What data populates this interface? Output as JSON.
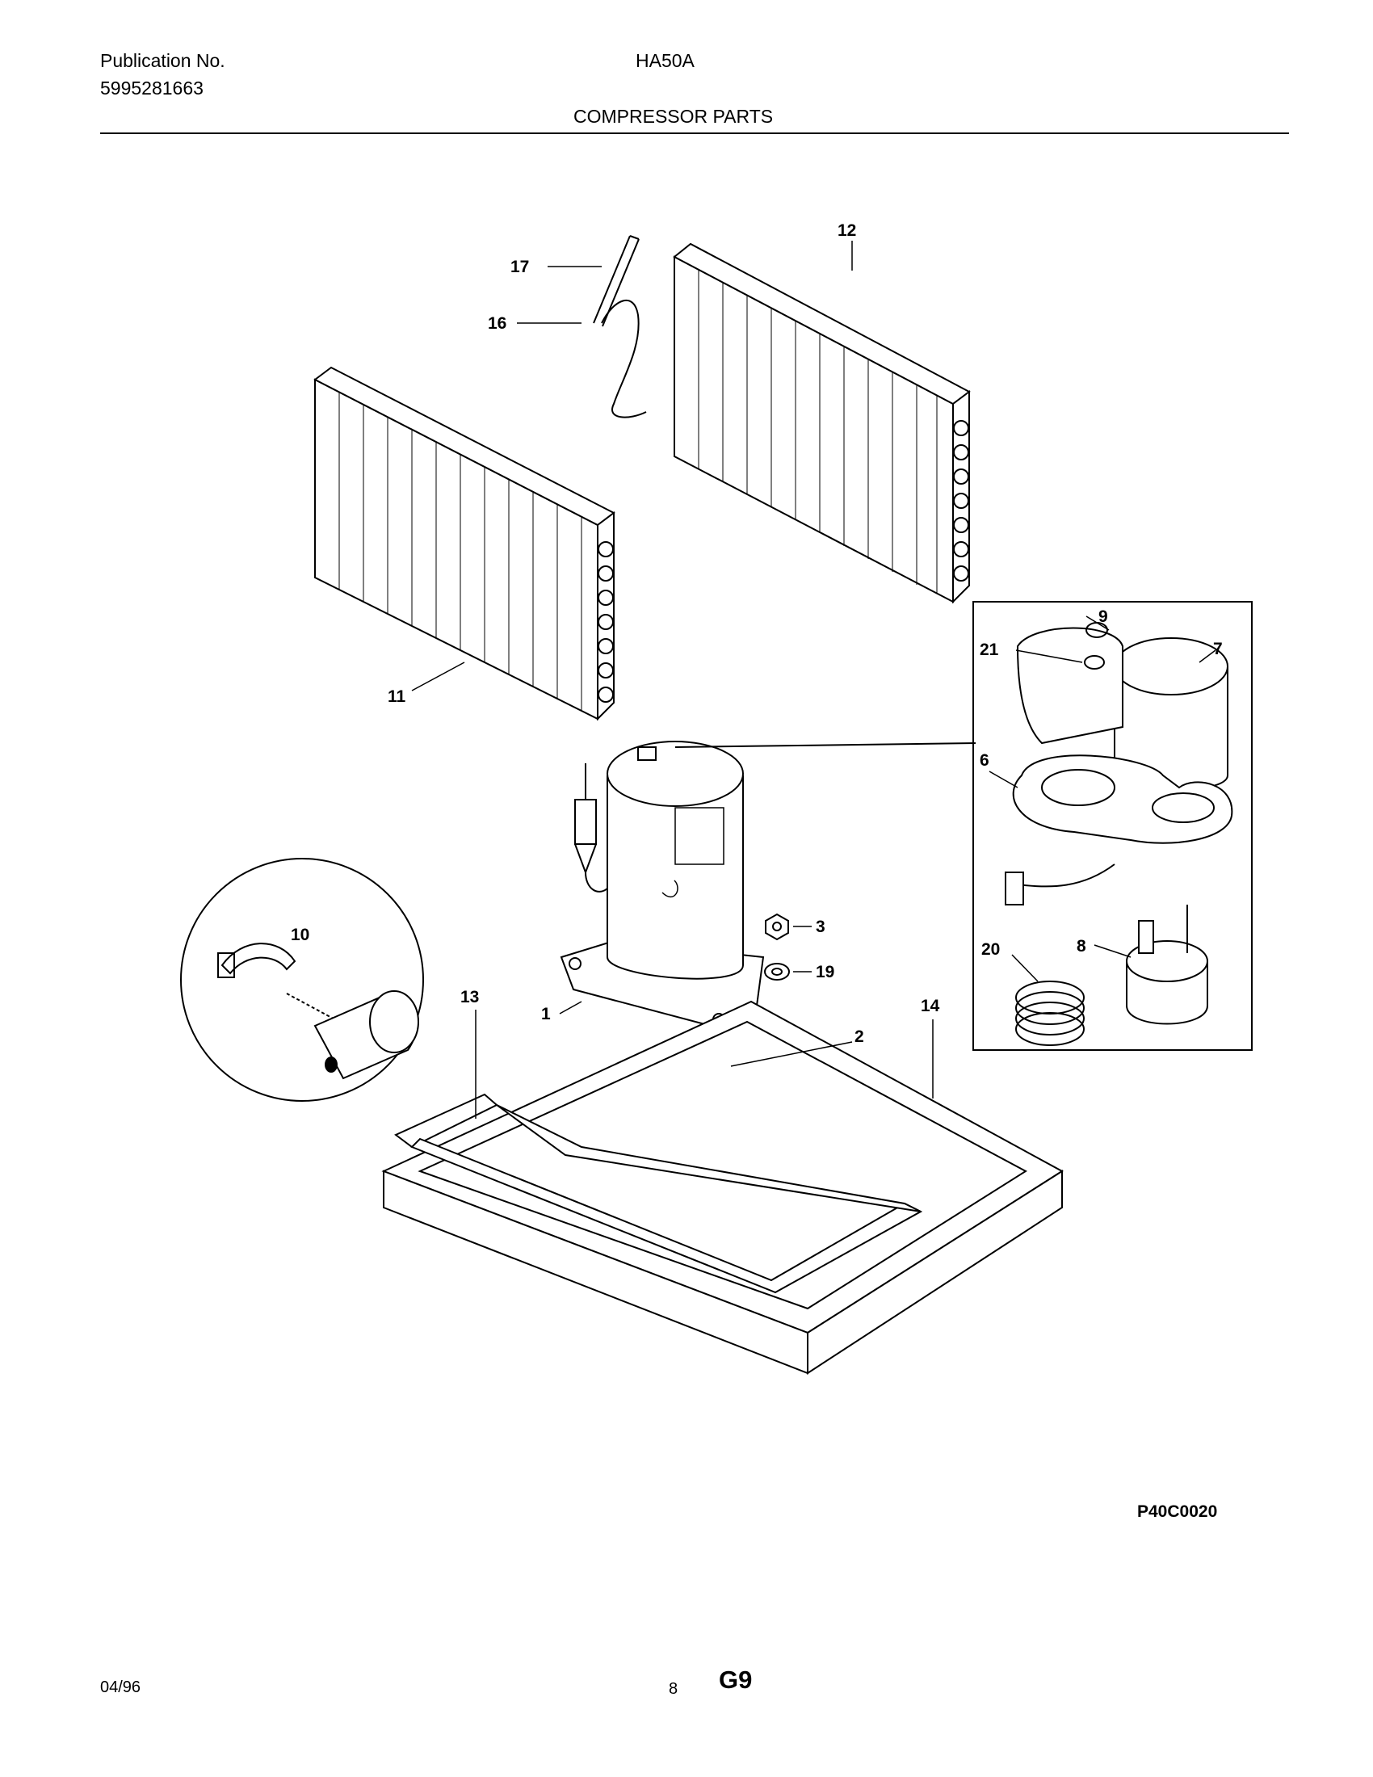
{
  "header": {
    "publication_label": "Publication No.",
    "publication_number": "5995281663",
    "model": "HA50A",
    "section_title": "COMPRESSOR PARTS"
  },
  "callouts": [
    "1",
    "2",
    "3",
    "6",
    "7",
    "8",
    "9",
    "10",
    "11",
    "12",
    "13",
    "14",
    "16",
    "17",
    "19",
    "20",
    "21"
  ],
  "figure_code": "P40C0020",
  "footer": {
    "date": "04/96",
    "page": "8",
    "section_code": "G9"
  }
}
